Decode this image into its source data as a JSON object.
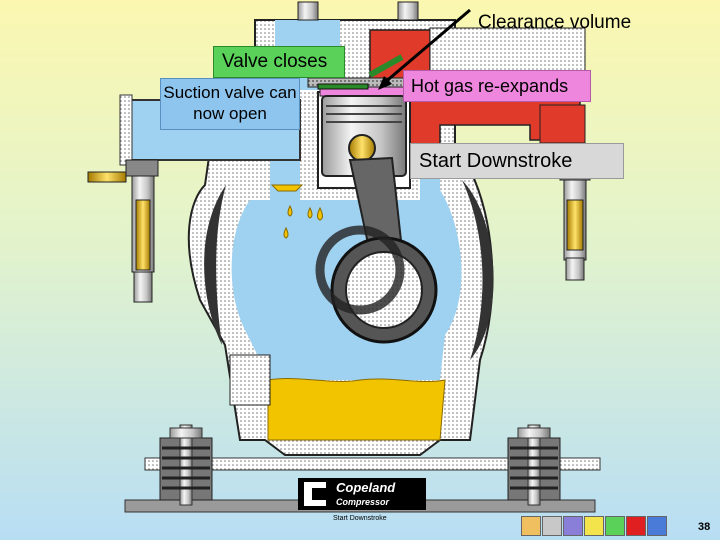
{
  "labels": {
    "clearance_volume": "Clearance volume",
    "valve_closes": "Valve closes",
    "suction_valve_open": "Suction valve can now open",
    "hot_gas": "Hot gas re-expands",
    "start_downstroke": "Start Downstroke"
  },
  "caption": "Start Downstroke",
  "logo": {
    "line1": "Copeland",
    "line2": "Compressor"
  },
  "page_number": "38",
  "nav_icons": [
    "home-icon",
    "document-icon",
    "return-icon",
    "diamond-icon",
    "diamond-icon",
    "red-square-icon",
    "pencil-icon"
  ],
  "colors": {
    "suction_gas": "#9fd2f0",
    "discharge_gas": "#e03a2a",
    "oil": "#f2c400",
    "label_green": "#5ad25a",
    "label_blue": "#8ec5ee",
    "label_pink": "#ee86de",
    "label_gray": "#d8d8d8"
  }
}
